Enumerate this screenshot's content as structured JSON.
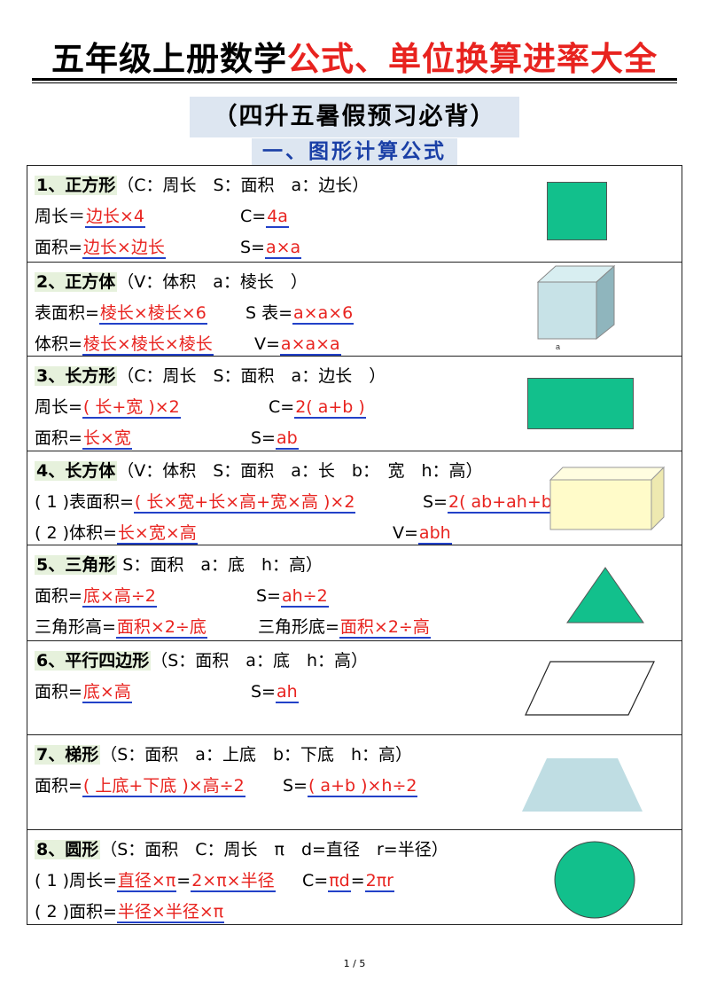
{
  "title": {
    "part1": "五年级上册数学",
    "part2": "公式、单位换算进率大全"
  },
  "subtitle": "（四升五暑假预习必背）",
  "section": "一、图形计算公式",
  "rows": [
    {
      "head": "1、正方形",
      "desc": "（C：周长　S：面积　a：边长）",
      "l2_label": "周长＝",
      "l2_formula": "边长×4",
      "l2_sym_label": "C=",
      "l2_sym": "4a",
      "l3_label": "面积=",
      "l3_formula": "边长×边长",
      "l3_sym_label": "S=",
      "l3_sym": "a×a"
    },
    {
      "head": "2、正方体",
      "desc": "（V：体积　a：棱长　）",
      "cube_label": "a",
      "l2_label": "表面积=",
      "l2_formula": "棱长×棱长×6",
      "l2_sym_label": "S 表=",
      "l2_sym": "a×a×6",
      "l3_label": "体积=",
      "l3_formula": "棱长×棱长×棱长",
      "l3_sym_label": "V=",
      "l3_sym": "a×a×a"
    },
    {
      "head": "3、长方形",
      "desc": "（C：周长　S：面积　a：边长　）",
      "l2_label": "周长=",
      "l2_formula": "( 长+宽 )×2",
      "l2_sym_label": "C=",
      "l2_sym": "2( a+b )",
      "l3_label": "面积=",
      "l3_formula": "长×宽",
      "l3_sym_label": "S=",
      "l3_sym": "ab"
    },
    {
      "head": "4、长方体",
      "desc": "（V：体积　S：面积　a：长　b：　宽　h：高）",
      "l2_label": "( 1 )表面积=",
      "l2_formula": "( 长×宽+长×高+宽×高 )×2",
      "l2_sym_label": "S=",
      "l2_sym": "2( ab+ah+bh )",
      "l3_label": "( 2 )体积=",
      "l3_formula": "长×宽×高",
      "l3_sym_label": "V=",
      "l3_sym": "abh"
    },
    {
      "head": "5、三角形",
      "desc": " S：面积　a：底　h：高）",
      "l2_label": "面积=",
      "l2_formula": "底×高÷2",
      "l2_sym_label": "S=",
      "l2_sym": "ah÷2",
      "l3_label": "三角形高=",
      "l3_formula": "面积×2÷底",
      "l3_sym_label": "三角形底=",
      "l3_sym": "面积×2÷高"
    },
    {
      "head": "6、平行四边形",
      "desc": "（S：面积　a：底　h：高）",
      "l2_label": "面积=",
      "l2_formula": "底×高",
      "l2_sym_label": "S=",
      "l2_sym": "ah"
    },
    {
      "head": "7、梯形",
      "desc": "（S：面积　a：上底　b：下底　h：高）",
      "l2_label": "面积=",
      "l2_formula": "( 上底+下底 )×高÷2",
      "l2_sym_label": "S=",
      "l2_sym": "( a+b )×h÷2"
    },
    {
      "head": "8、圆形",
      "desc": "（S：面积　C：周长　π　d=直径　r=半径）",
      "l2_label": "( 1 )周长=",
      "l2_formula": "直径×π",
      "l2_mid": "=",
      "l2_formula2": "2×π×半径",
      "l2_sym_label": "C=",
      "l2_sym": "πd",
      "l2_sym_mid": "=",
      "l2_sym2": "2πr",
      "l3_label": "( 2 )面积=",
      "l3_formula": "半径×半径×π"
    }
  ],
  "footer": "1 / 5",
  "colors": {
    "accent_red": "#e8231f",
    "underline_blue": "#2241c8",
    "highlight_green": "#e6f1dc",
    "band_blue": "#dde6f1",
    "shape_green": "#12c08c",
    "shape_light_blue": "#bfdde3",
    "shape_yellow": "#fffbc9"
  }
}
